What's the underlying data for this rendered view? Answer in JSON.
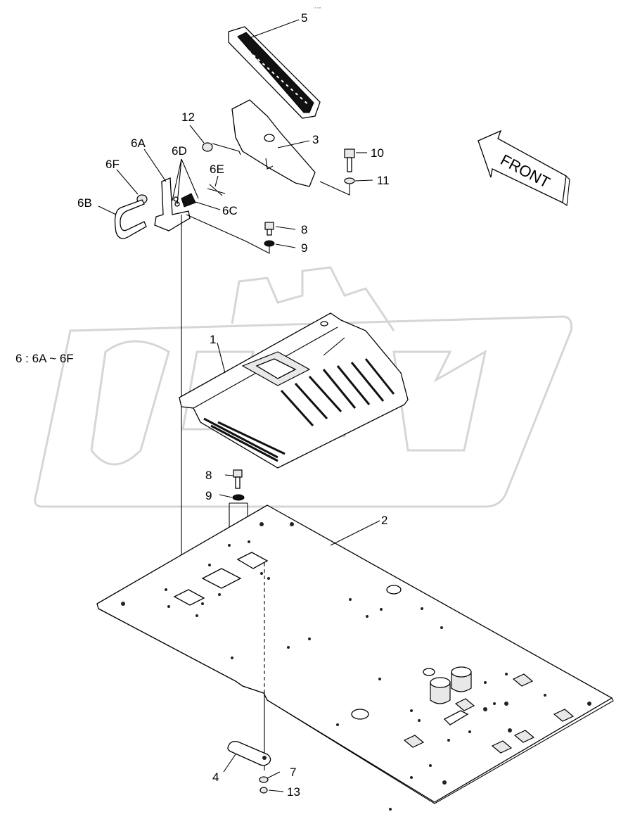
{
  "code": "ⁿᵏ ᵃᵃᵃ",
  "front_arrow": {
    "label": "FRONT"
  },
  "note": "6 : 6A ~ 6F",
  "watermark": "OPEX",
  "callouts": [
    {
      "id": "c-5",
      "text": "5"
    },
    {
      "id": "c-3",
      "text": "3"
    },
    {
      "id": "c-12",
      "text": "12"
    },
    {
      "id": "c-10",
      "text": "10"
    },
    {
      "id": "c-11",
      "text": "11"
    },
    {
      "id": "c-6a",
      "text": "6A"
    },
    {
      "id": "c-6d",
      "text": "6D"
    },
    {
      "id": "c-6f",
      "text": "6F"
    },
    {
      "id": "c-6e",
      "text": "6E"
    },
    {
      "id": "c-6b",
      "text": "6B"
    },
    {
      "id": "c-6c",
      "text": "6C"
    },
    {
      "id": "c-8a",
      "text": "8"
    },
    {
      "id": "c-9a",
      "text": "9"
    },
    {
      "id": "c-1",
      "text": "1"
    },
    {
      "id": "c-8b",
      "text": "8"
    },
    {
      "id": "c-9b",
      "text": "9"
    },
    {
      "id": "c-2",
      "text": "2"
    },
    {
      "id": "c-4",
      "text": "4"
    },
    {
      "id": "c-7",
      "text": "7"
    },
    {
      "id": "c-13",
      "text": "13"
    }
  ]
}
